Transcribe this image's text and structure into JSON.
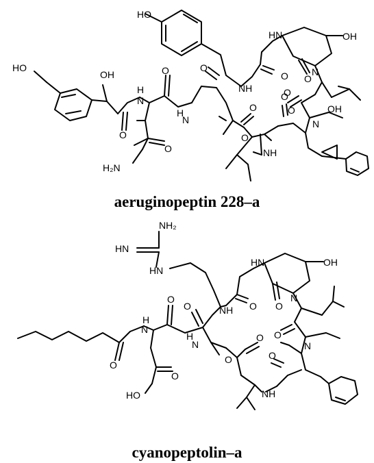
{
  "compounds": [
    {
      "name": "aeruginopeptin 228–a",
      "atoms": {
        "ho_top": "HO",
        "ho_left": "HO",
        "oh_alpha": "OH",
        "h_a": "H",
        "n_a": "N",
        "h_b": "H",
        "n_b": "N",
        "hn_mid": "HN",
        "nh_upper": "NH",
        "n_ring": "N",
        "oh_ring": "OH",
        "o_a": "O",
        "o_b": "O",
        "o_c": "O",
        "o_d": "O",
        "o_e": "O",
        "o_f": "O",
        "o_g": "O",
        "o_h": "O",
        "o_i": "O",
        "o_ester": "O",
        "oh_thr": "OH",
        "n_me": "N",
        "nh_ile": "NH",
        "h2n": "H₂N",
        "o_amide": "O"
      }
    },
    {
      "name": "cyanopeptolin–a",
      "atoms": {
        "nh2": "NH₂",
        "hn_imine": "HN",
        "hn_guan": "HN",
        "hn_mid": "HN",
        "nh_upper": "NH",
        "n_ring": "N",
        "oh_ring": "OH",
        "o_a": "O",
        "o_b": "O",
        "o_c": "O",
        "o_d": "O",
        "o_e": "O",
        "o_f": "O",
        "o_g": "O",
        "o_h": "O",
        "o_ester": "O",
        "h_c": "H",
        "n_c": "N",
        "h_d": "H",
        "n_d": "N",
        "n_me": "N",
        "nh_val": "NH",
        "ho_acid": "HO"
      }
    }
  ]
}
